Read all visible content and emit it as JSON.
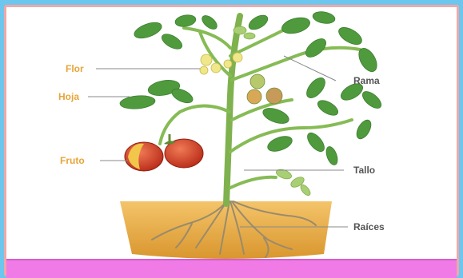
{
  "diagram": {
    "labels": {
      "flor": "Flor",
      "hoja": "Hoja",
      "fruto": "Fruto",
      "rama": "Rama",
      "tallo": "Tallo",
      "raices": "Raíces"
    },
    "colors": {
      "label_left": "#e7a53a",
      "label_right": "#555555",
      "frame_border": "#f0a8a8",
      "background": "#6cc6ee",
      "bottom_band": "#f07ae6",
      "leaf": "#4f9a3d",
      "stem": "#8bbf5a",
      "soil": "#e8ad4e",
      "fruit": "#d8452c"
    },
    "icons": [
      "tomato-plant-illustration"
    ]
  }
}
